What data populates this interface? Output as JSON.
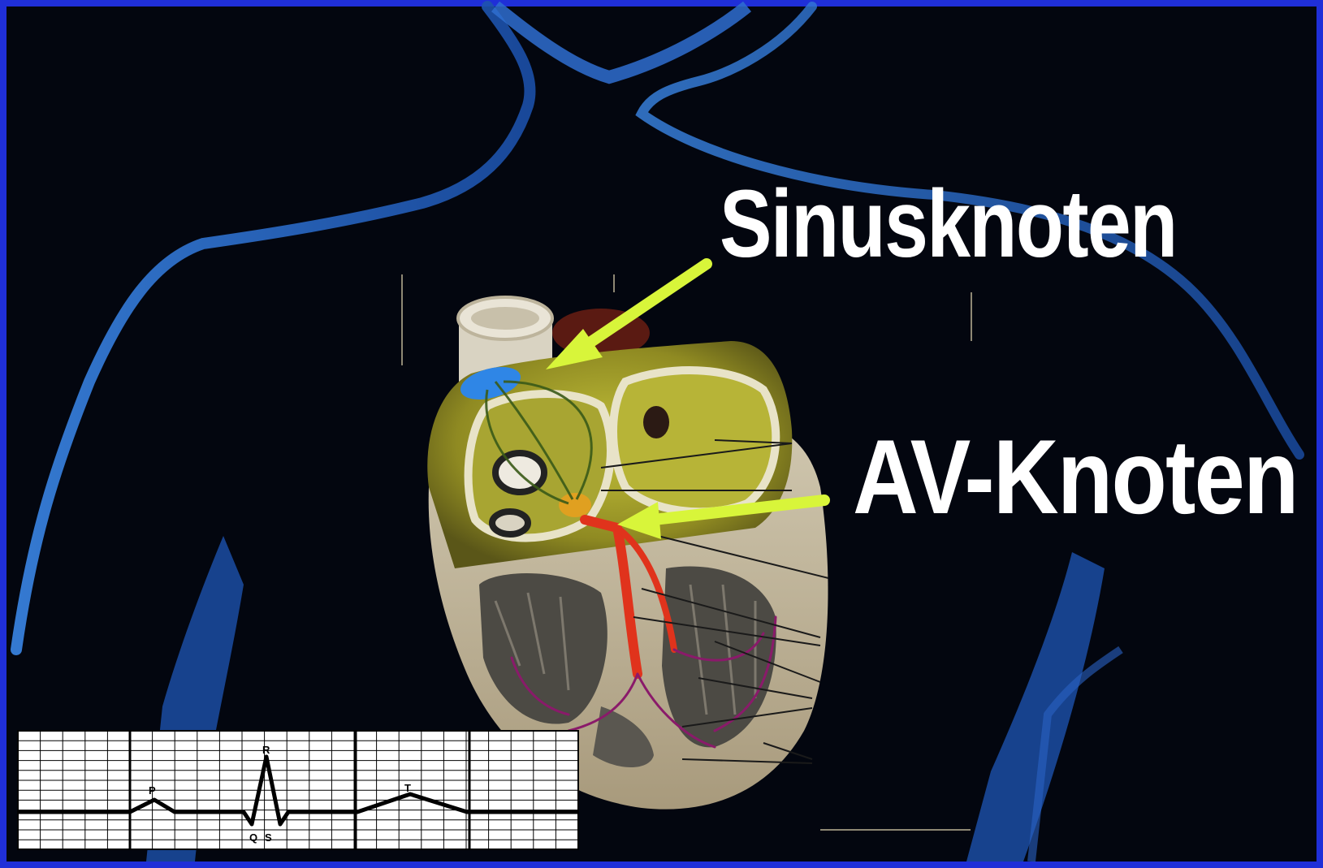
{
  "labels": {
    "sinus_node": "Sinusknoten",
    "av_node": "AV-Knoten"
  },
  "ecg": {
    "waves": [
      "P",
      "R",
      "T",
      "Q",
      "S"
    ]
  },
  "colors": {
    "frame": "#1f2fd8",
    "background": "#03060f",
    "silhouette_highlight": "#2f6fd0",
    "arrow": "#d8f53a",
    "label_text": "#ffffff",
    "conduction_path": "#e0331c"
  }
}
